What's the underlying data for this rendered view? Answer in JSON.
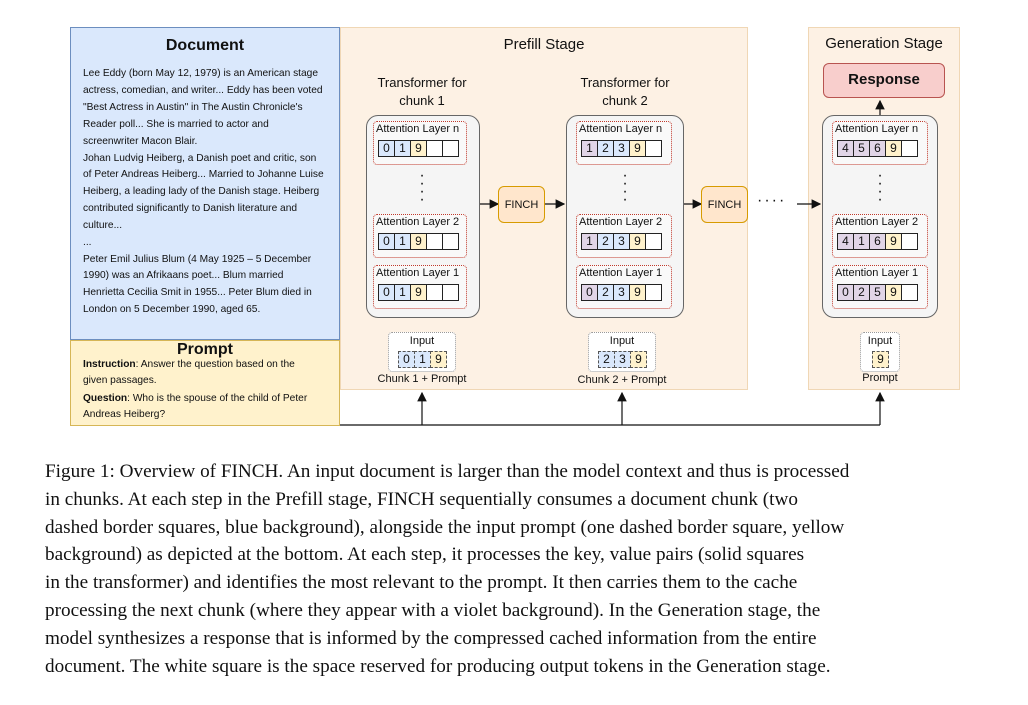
{
  "document": {
    "title": "Document",
    "lines": [
      "Lee Eddy (born May 12, 1979) is an American stage",
      "actress, comedian, and writer... Eddy has been voted",
      "\"Best Actress in Austin\" in The Austin Chronicle's",
      "Reader poll... She is married to actor and",
      "screenwriter Macon Blair.",
      "Johan Ludvig Heiberg, a Danish poet and critic, son",
      "of Peter Andreas Heiberg... Married to Johanne Luise",
      "Heiberg, a leading lady of the Danish stage. Heiberg",
      "contributed significantly to Danish literature and",
      "culture...",
      "...",
      "Peter Emil Julius Blum (4 May 1925 – 5 December",
      "1990) was an Afrikaans poet... Blum married",
      "Henrietta Cecilia Smit in 1955... Peter Blum died in",
      "London on 5 December 1990, aged 65."
    ]
  },
  "prompt": {
    "title": "Prompt",
    "instruction_label": "Instruction",
    "instruction_line1": ": Answer the question based on the",
    "instruction_line2": "given passages.",
    "question_label": "Question",
    "question_line1": ": Who is the spouse of the child of Peter",
    "question_line2": "Andreas Heiberg?"
  },
  "prefill": {
    "title": "Prefill Stage",
    "chunk1": {
      "label_line1": "Transformer for",
      "label_line2": "chunk 1",
      "layer_n": "Attention Layer n",
      "layer_2": "Attention Layer 2",
      "layer_1": "Attention Layer 1",
      "cells_n": [
        "0",
        "1",
        "9"
      ],
      "cells_2": [
        "0",
        "1",
        "9"
      ],
      "cells_1": [
        "0",
        "1",
        "9"
      ],
      "input_label": "Input",
      "input_cells": [
        "0",
        "1",
        "9"
      ],
      "under_label": "Chunk 1 + Prompt"
    },
    "finch1": "FINCH",
    "chunk2": {
      "label_line1": "Transformer for",
      "label_line2": "chunk 2",
      "layer_n": "Attention Layer n",
      "layer_2": "Attention Layer 2",
      "layer_1": "Attention Layer 1",
      "cells_n": [
        "1",
        "2",
        "3",
        "9"
      ],
      "cells_2": [
        "1",
        "2",
        "3",
        "9"
      ],
      "cells_1": [
        "0",
        "2",
        "3",
        "9"
      ],
      "input_label": "Input",
      "input_cells": [
        "2",
        "3",
        "9"
      ],
      "under_label": "Chunk 2 + Prompt"
    },
    "finch2": "FINCH"
  },
  "generation": {
    "title": "Generation Stage",
    "response": "Response",
    "layer_n": "Attention Layer n",
    "layer_2": "Attention Layer 2",
    "layer_1": "Attention Layer 1",
    "cells_n": [
      "4",
      "5",
      "6",
      "9"
    ],
    "cells_2": [
      "4",
      "1",
      "6",
      "9"
    ],
    "cells_1": [
      "0",
      "2",
      "5",
      "9"
    ],
    "input_label": "Input",
    "input_cells": [
      "9"
    ],
    "under_label": "Prompt"
  },
  "caption": {
    "lines": [
      "Figure 1: Overview of FINCH. An input document is larger than the model context and thus is processed",
      "in chunks.  At each step in the Prefill stage, FINCH sequentially consumes a document chunk (two",
      "dashed border squares, blue background), alongside the input prompt (one dashed border square, yellow",
      "background) as depicted at the bottom.  At each step, it processes the key, value pairs (solid squares",
      "in the transformer) and identifies the most relevant to the prompt.  It then carries them to the cache",
      "processing the next chunk (where they appear with a violet background).  In the Generation stage, the",
      "model synthesizes a response that is informed by the compressed cached information from the entire",
      "document. The white square is the space reserved for producing output tokens in the Generation stage."
    ]
  },
  "colors": {
    "document_bg": "#dae8fc",
    "prompt_bg": "#fff2cc",
    "stage_bg": "#fdf1e4",
    "finch_bg": "#ffe6cc",
    "response_bg": "#f8cecc",
    "violet_cell": "#e1d5e7"
  }
}
